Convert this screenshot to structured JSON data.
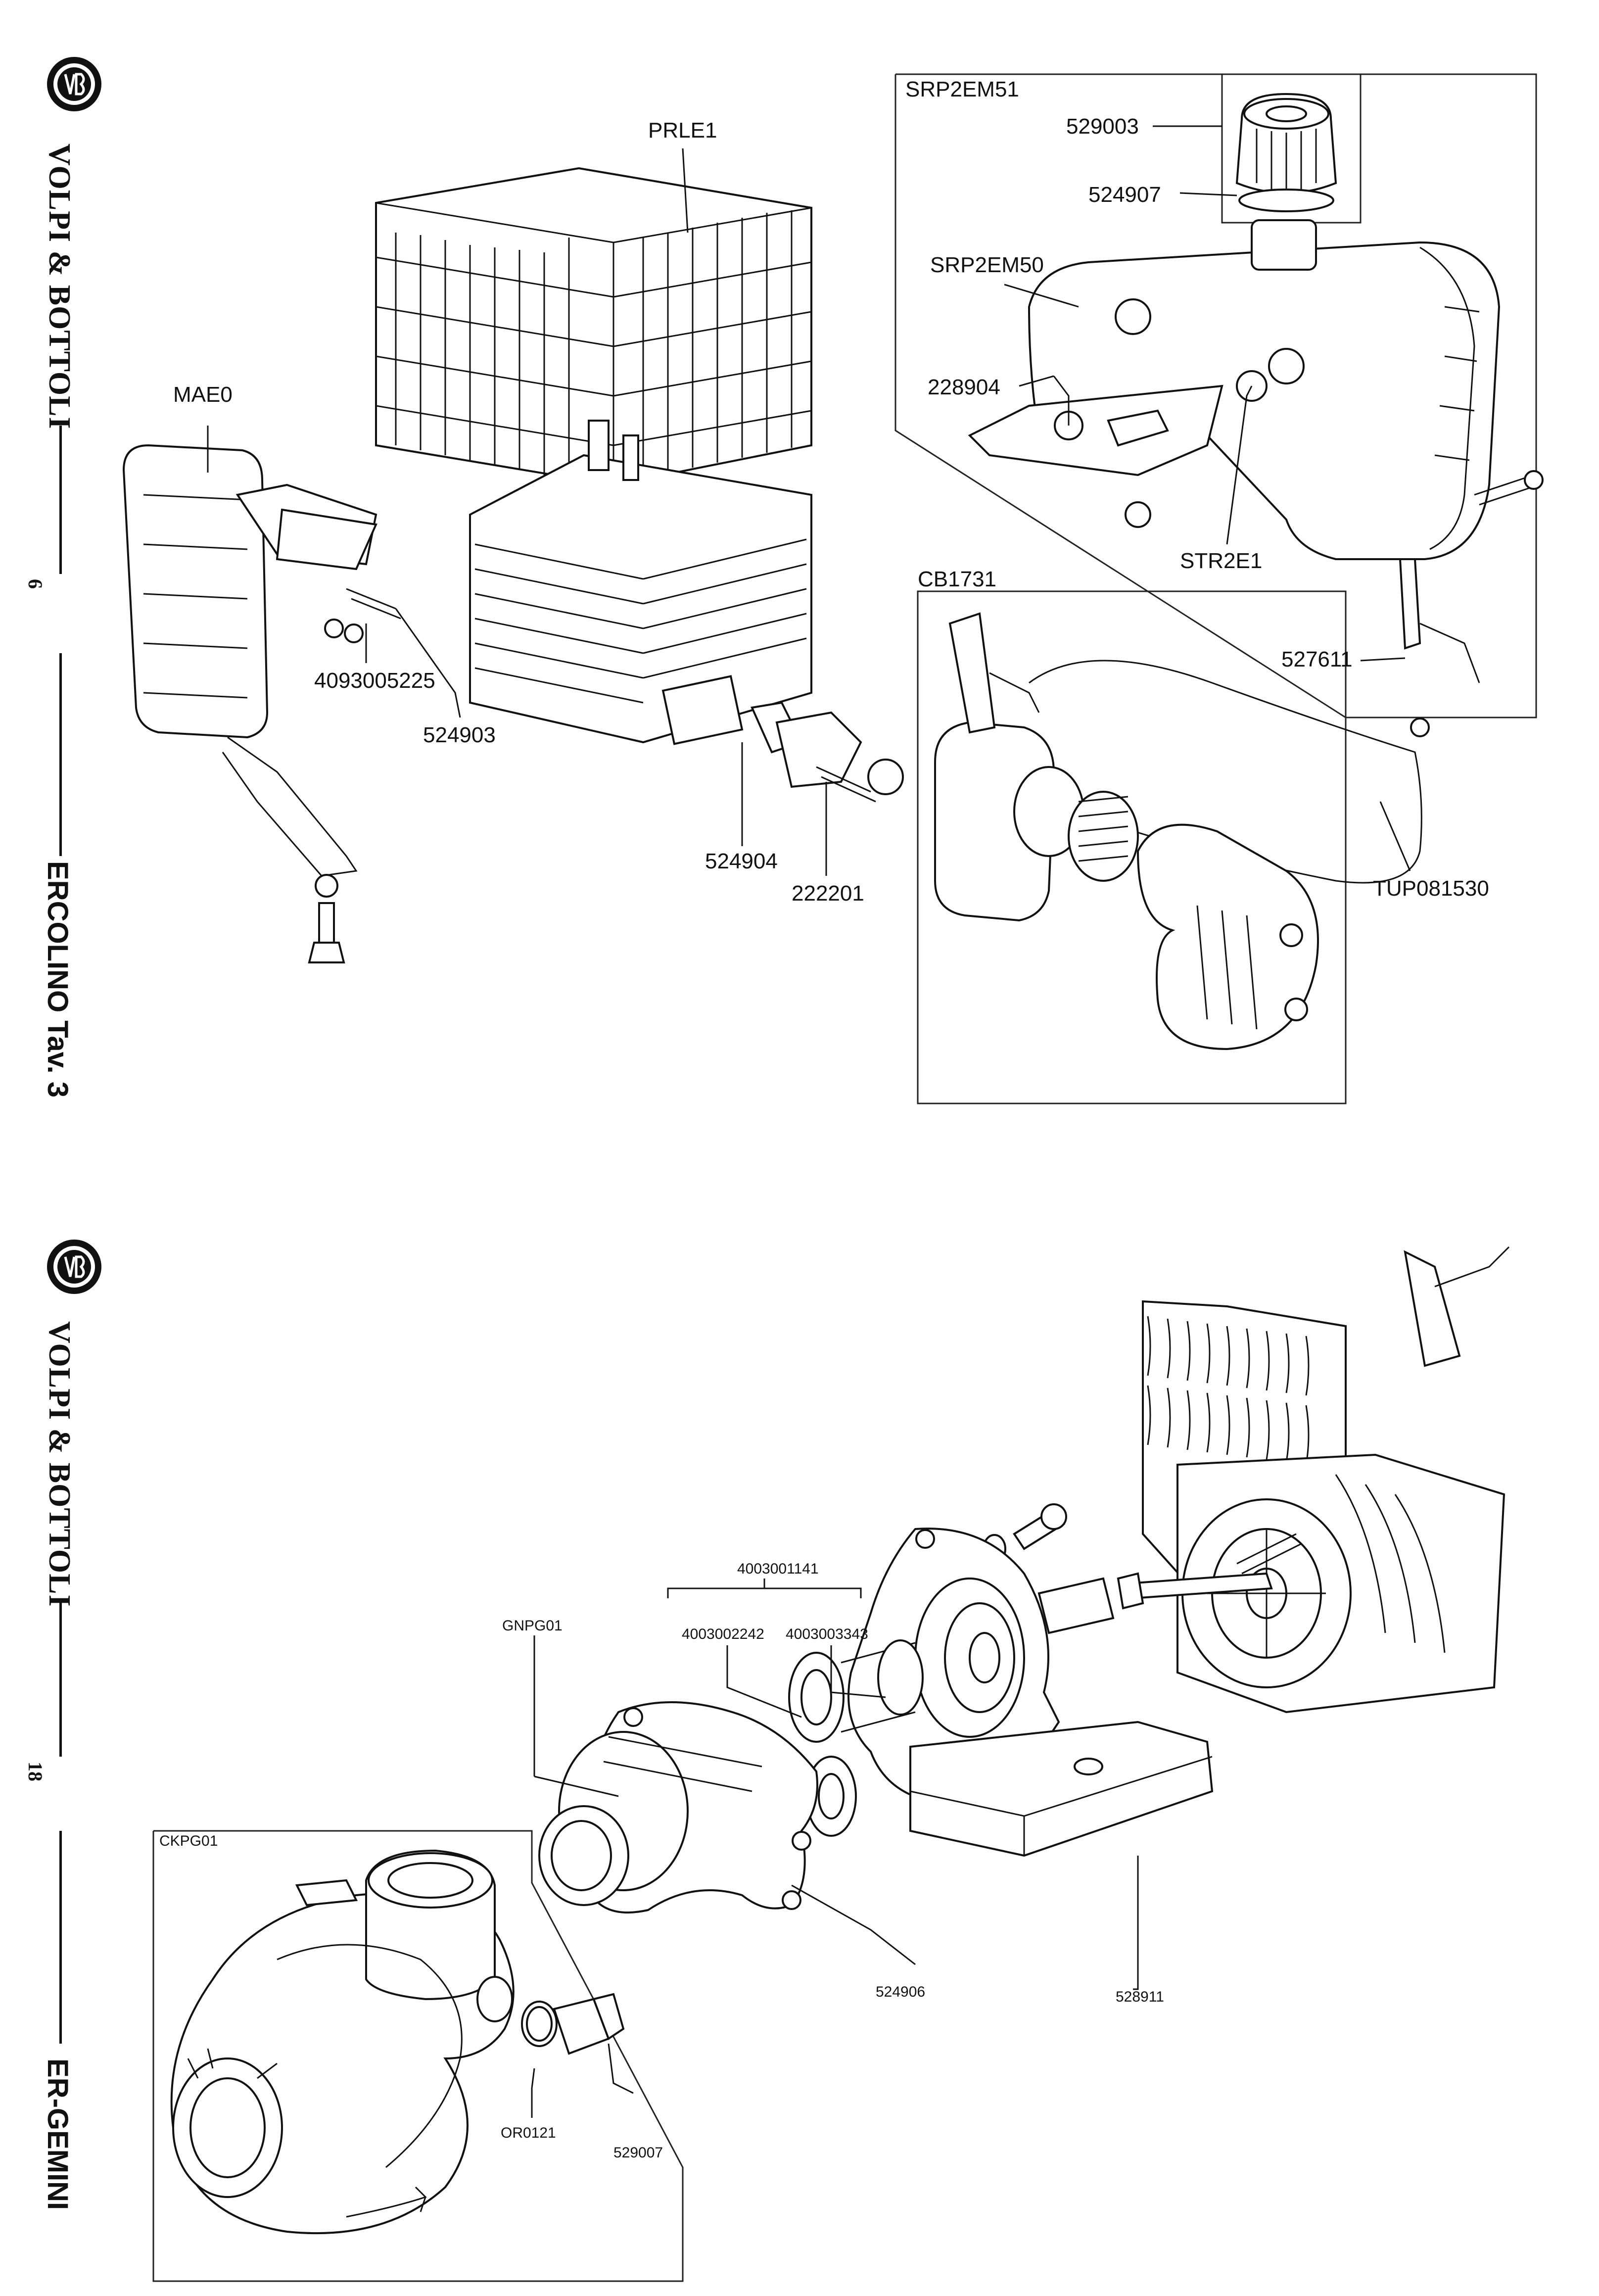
{
  "pages": [
    {
      "brand": "VOLPI & BOTTOLI",
      "page_number": "6",
      "plate_title": "ERCOLINO Tav. 3",
      "part_labels": {
        "prle1": "PRLE1",
        "srp2em51": "SRP2EM51",
        "p529003": "529003",
        "p524907": "524907",
        "srp2em50": "SRP2EM50",
        "p228904": "228904",
        "mae0": "MAE0",
        "str2e1": "STR2E1",
        "p4093005225": "4093005225",
        "p524903": "524903",
        "cb1731": "CB1731",
        "p527611": "527611",
        "p524904": "524904",
        "p222201": "222201",
        "tup081530": "TUP081530"
      }
    },
    {
      "brand": "VOLPI & BOTTOLI",
      "page_number": "18",
      "plate_title": "ER-GEMINI",
      "part_labels": {
        "p4003001141": "4003001141",
        "gnpg01": "GNPG01",
        "p4003002242": "4003002242",
        "p4003003343": "4003003343",
        "ckpg01": "CKPG01",
        "p524906": "524906",
        "p528911": "528911",
        "or0121": "OR0121",
        "p529007": "529007"
      }
    }
  ]
}
